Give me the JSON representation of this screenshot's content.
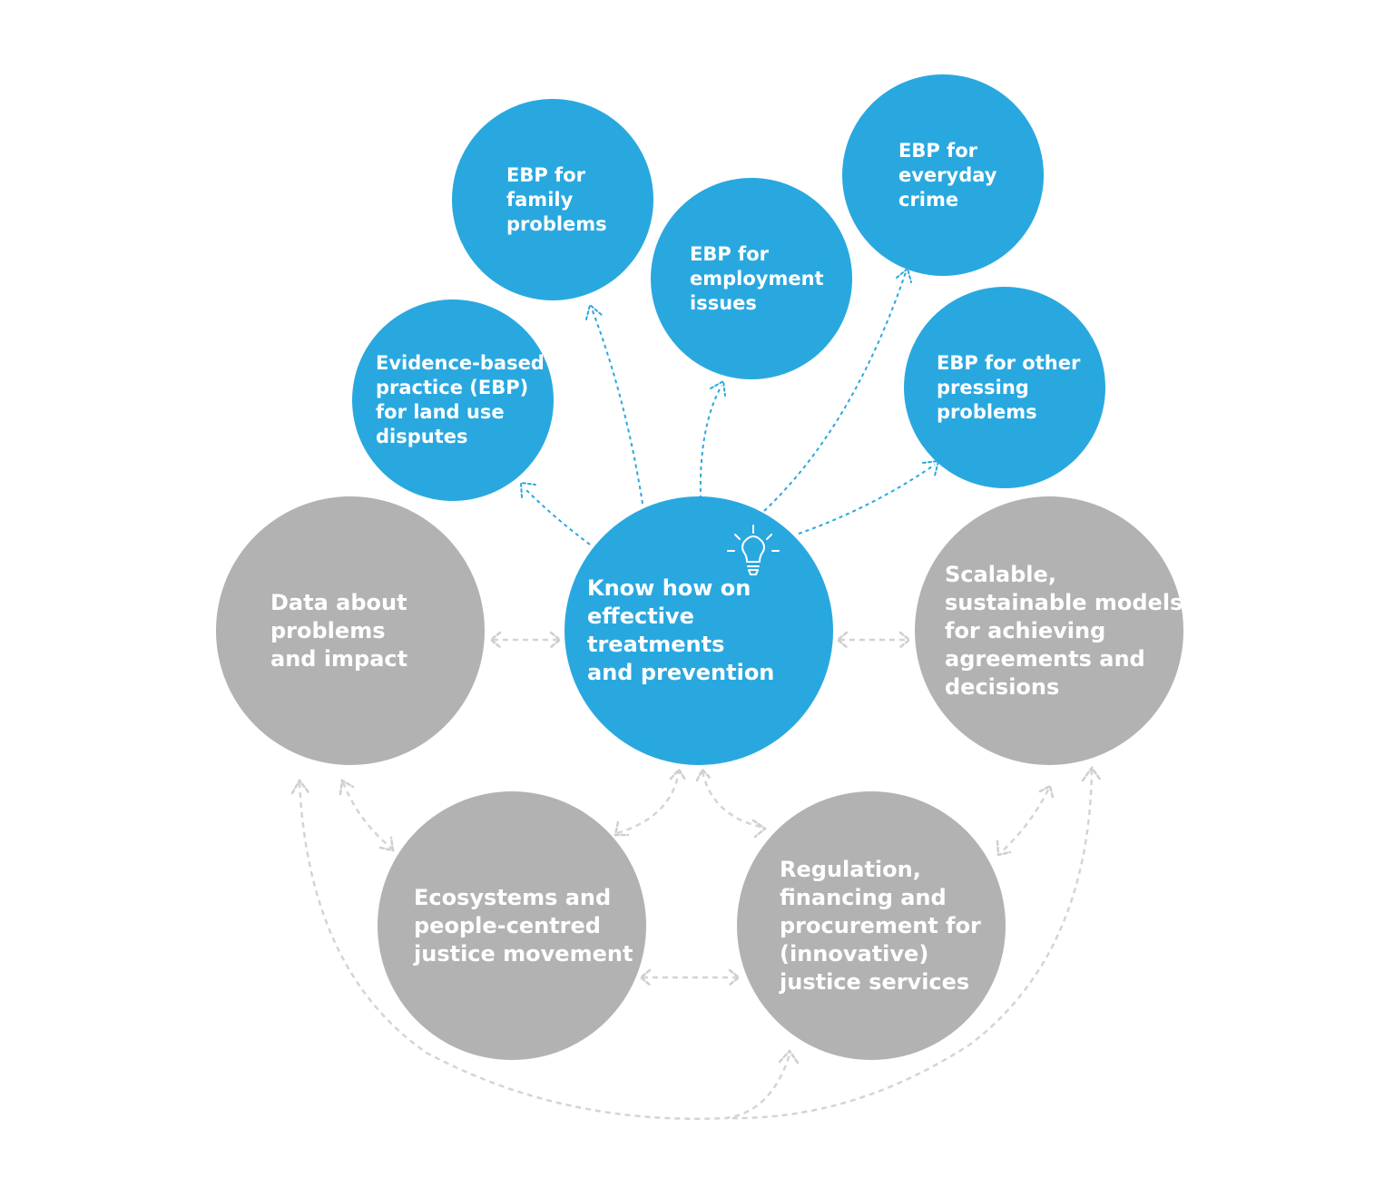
{
  "center": {
    "label": "Know how on\neffective treatments\nand prevention",
    "icon": "lightbulb-icon"
  },
  "ebp_nodes": [
    {
      "id": "land",
      "label": "Evidence-based\npractice (EBP)\nfor land use\ndisputes"
    },
    {
      "id": "family",
      "label": "EBP for\nfamily\nproblems"
    },
    {
      "id": "employment",
      "label": "EBP for\nemployment\nissues"
    },
    {
      "id": "crime",
      "label": "EBP for\neveryday\ncrime"
    },
    {
      "id": "other",
      "label": "EBP for other\npressing\nproblems"
    }
  ],
  "enabler_nodes": [
    {
      "id": "data",
      "label": "Data about\nproblems\nand impact"
    },
    {
      "id": "scalable",
      "label": "Scalable,\nsustainable models\nfor achieving\nagreements and\ndecisions"
    },
    {
      "id": "ecosystems",
      "label": "Ecosystems and\npeople-centred\njustice movement"
    },
    {
      "id": "regulation",
      "label": "Regulation,\nfinancing and\nprocurement for\n(innovative)\njustice services"
    }
  ],
  "colors": {
    "blue": "#29a8e0",
    "gray": "#b2b2b3",
    "connector_gray": "#d4d4d4",
    "text": "#ffffff"
  }
}
